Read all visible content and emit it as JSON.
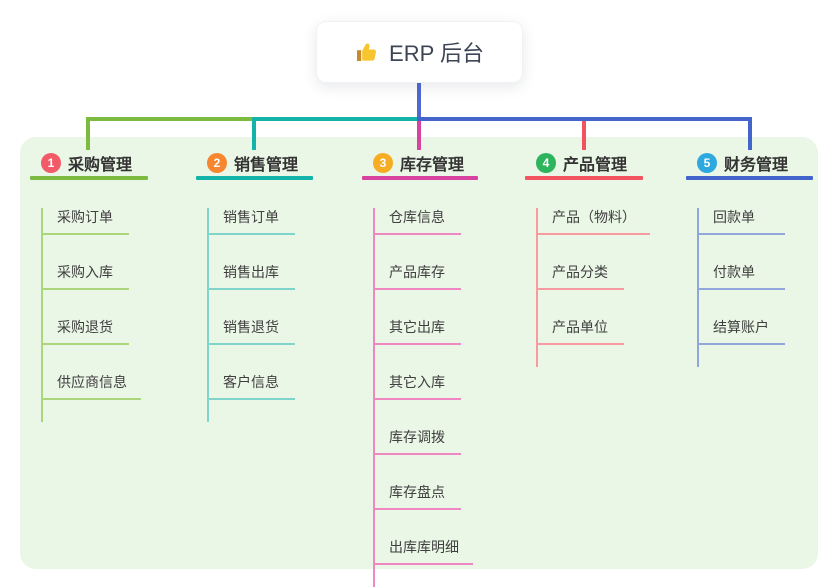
{
  "root": {
    "icon": "thumbs-up-icon",
    "label": "ERP 后台"
  },
  "branches": [
    {
      "number": "1",
      "label": "采购管理",
      "color": "#7cbb40",
      "light_color": "#abd67c",
      "badge_color": "#f25a68",
      "children": [
        "采购订单",
        "采购入库",
        "采购退货",
        "供应商信息"
      ]
    },
    {
      "number": "2",
      "label": "销售管理",
      "color": "#14b3aa",
      "light_color": "#7fd4cc",
      "badge_color": "#f6862f",
      "children": [
        "销售订单",
        "销售出库",
        "销售退货",
        "客户信息"
      ]
    },
    {
      "number": "3",
      "label": "库存管理",
      "color": "#d8439f",
      "light_color": "#ee87c2",
      "badge_color": "#f7ad23",
      "children": [
        "仓库信息",
        "产品库存",
        "其它出库",
        "其它入库",
        "库存调拨",
        "库存盘点",
        "出库库明细"
      ]
    },
    {
      "number": "4",
      "label": "产品管理",
      "color": "#f2545f",
      "light_color": "#f89ba1",
      "badge_color": "#2eb45c",
      "children": [
        "产品（物料）",
        "产品分类",
        "产品单位"
      ]
    },
    {
      "number": "5",
      "label": "财务管理",
      "color": "#4365cb",
      "light_color": "#91a6da",
      "badge_color": "#2ea9e0",
      "children": [
        "回款单",
        "付款单",
        "结算账户"
      ]
    }
  ],
  "colors": {
    "root_connector": "#5068d2",
    "panel_background": "#eaf6e6",
    "page_background": "#ffffff"
  }
}
